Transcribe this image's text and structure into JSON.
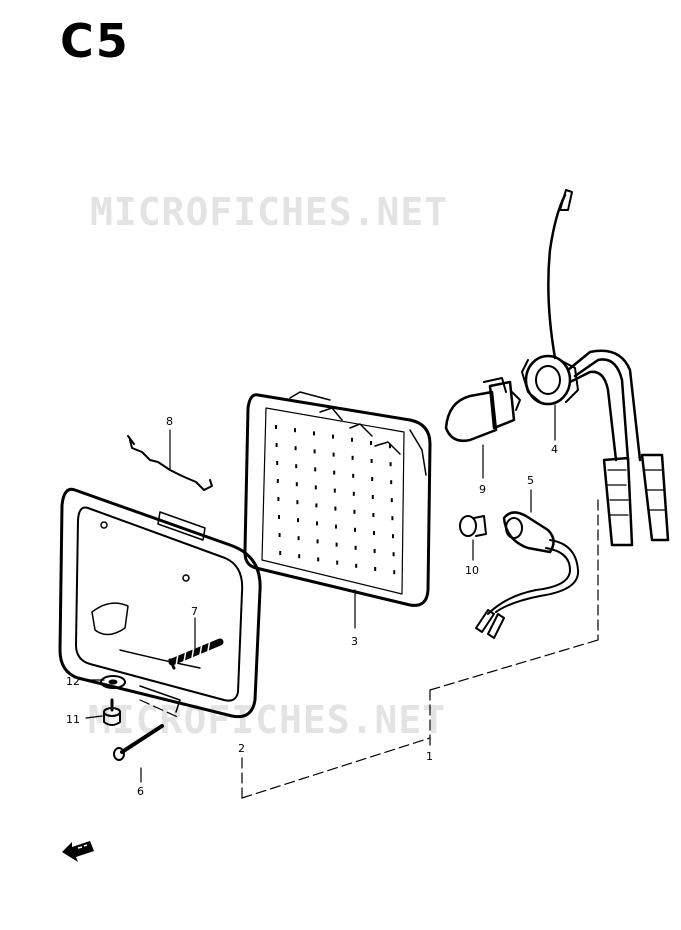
{
  "page_code": "C5",
  "watermark": "MICROFICHES.NET",
  "callouts": {
    "p1": "1",
    "p2": "2",
    "p3": "3",
    "p4": "4",
    "p5": "5",
    "p6": "6",
    "p7": "7",
    "p8": "8",
    "p9": "9",
    "p10": "10",
    "p11": "11",
    "p12": "12"
  },
  "colors": {
    "ink": "#000000",
    "watermark": "#e3e3e3",
    "paper": "#ffffff"
  },
  "icons": {
    "front_arrow": "arrow-left-icon"
  }
}
